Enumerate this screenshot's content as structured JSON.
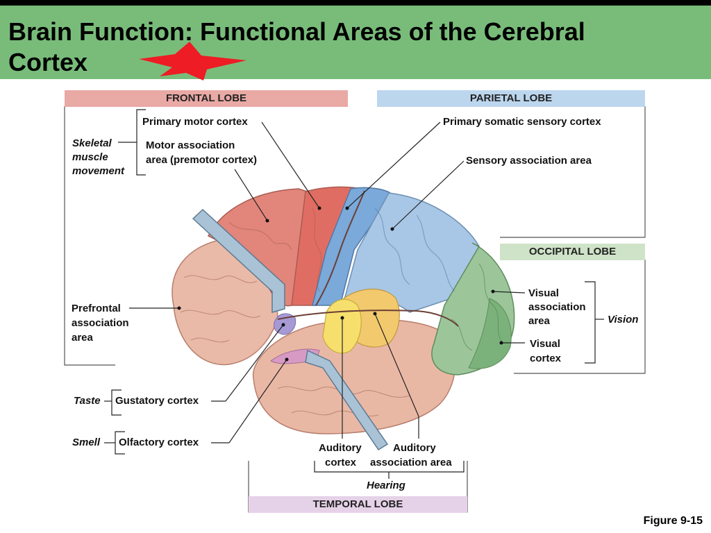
{
  "slide": {
    "title_line1": "Brain Function: Functional Areas of the Cerebral",
    "title_line2": "Cortex",
    "figure": "Figure 9-15"
  },
  "colors": {
    "header": "#79bc7a",
    "frontal": "#e9a9a5",
    "parietal": "#bcd6ee",
    "occipital": "#cfe3c8",
    "temporal": "#e6d2e8",
    "star": "#ee1c24"
  },
  "lobes": {
    "frontal": "FRONTAL LOBE",
    "parietal": "PARIETAL LOBE",
    "occipital": "OCCIPITAL LOBE",
    "temporal": "TEMPORAL LOBE"
  },
  "labels": {
    "primary_motor": "Primary motor cortex",
    "motor_assoc_1": "Motor association",
    "motor_assoc_2": "area (premotor cortex)",
    "skeletal_1": "Skeletal",
    "skeletal_2": "muscle",
    "skeletal_3": "movement",
    "prefrontal_1": "Prefrontal",
    "prefrontal_2": "association",
    "prefrontal_3": "area",
    "taste": "Taste",
    "gustatory": "Gustatory cortex",
    "smell": "Smell",
    "olfactory": "Olfactory cortex",
    "somatic": "Primary somatic sensory cortex",
    "sensory_assoc": "Sensory association area",
    "visual_assoc_1": "Visual",
    "visual_assoc_2": "association",
    "visual_assoc_3": "area",
    "vision": "Vision",
    "visual_cortex_1": "Visual",
    "visual_cortex_2": "cortex",
    "auditory_1": "Auditory",
    "auditory_2": "cortex",
    "auditory_assoc_1": "Auditory",
    "auditory_assoc_2": "association area",
    "hearing": "Hearing"
  }
}
